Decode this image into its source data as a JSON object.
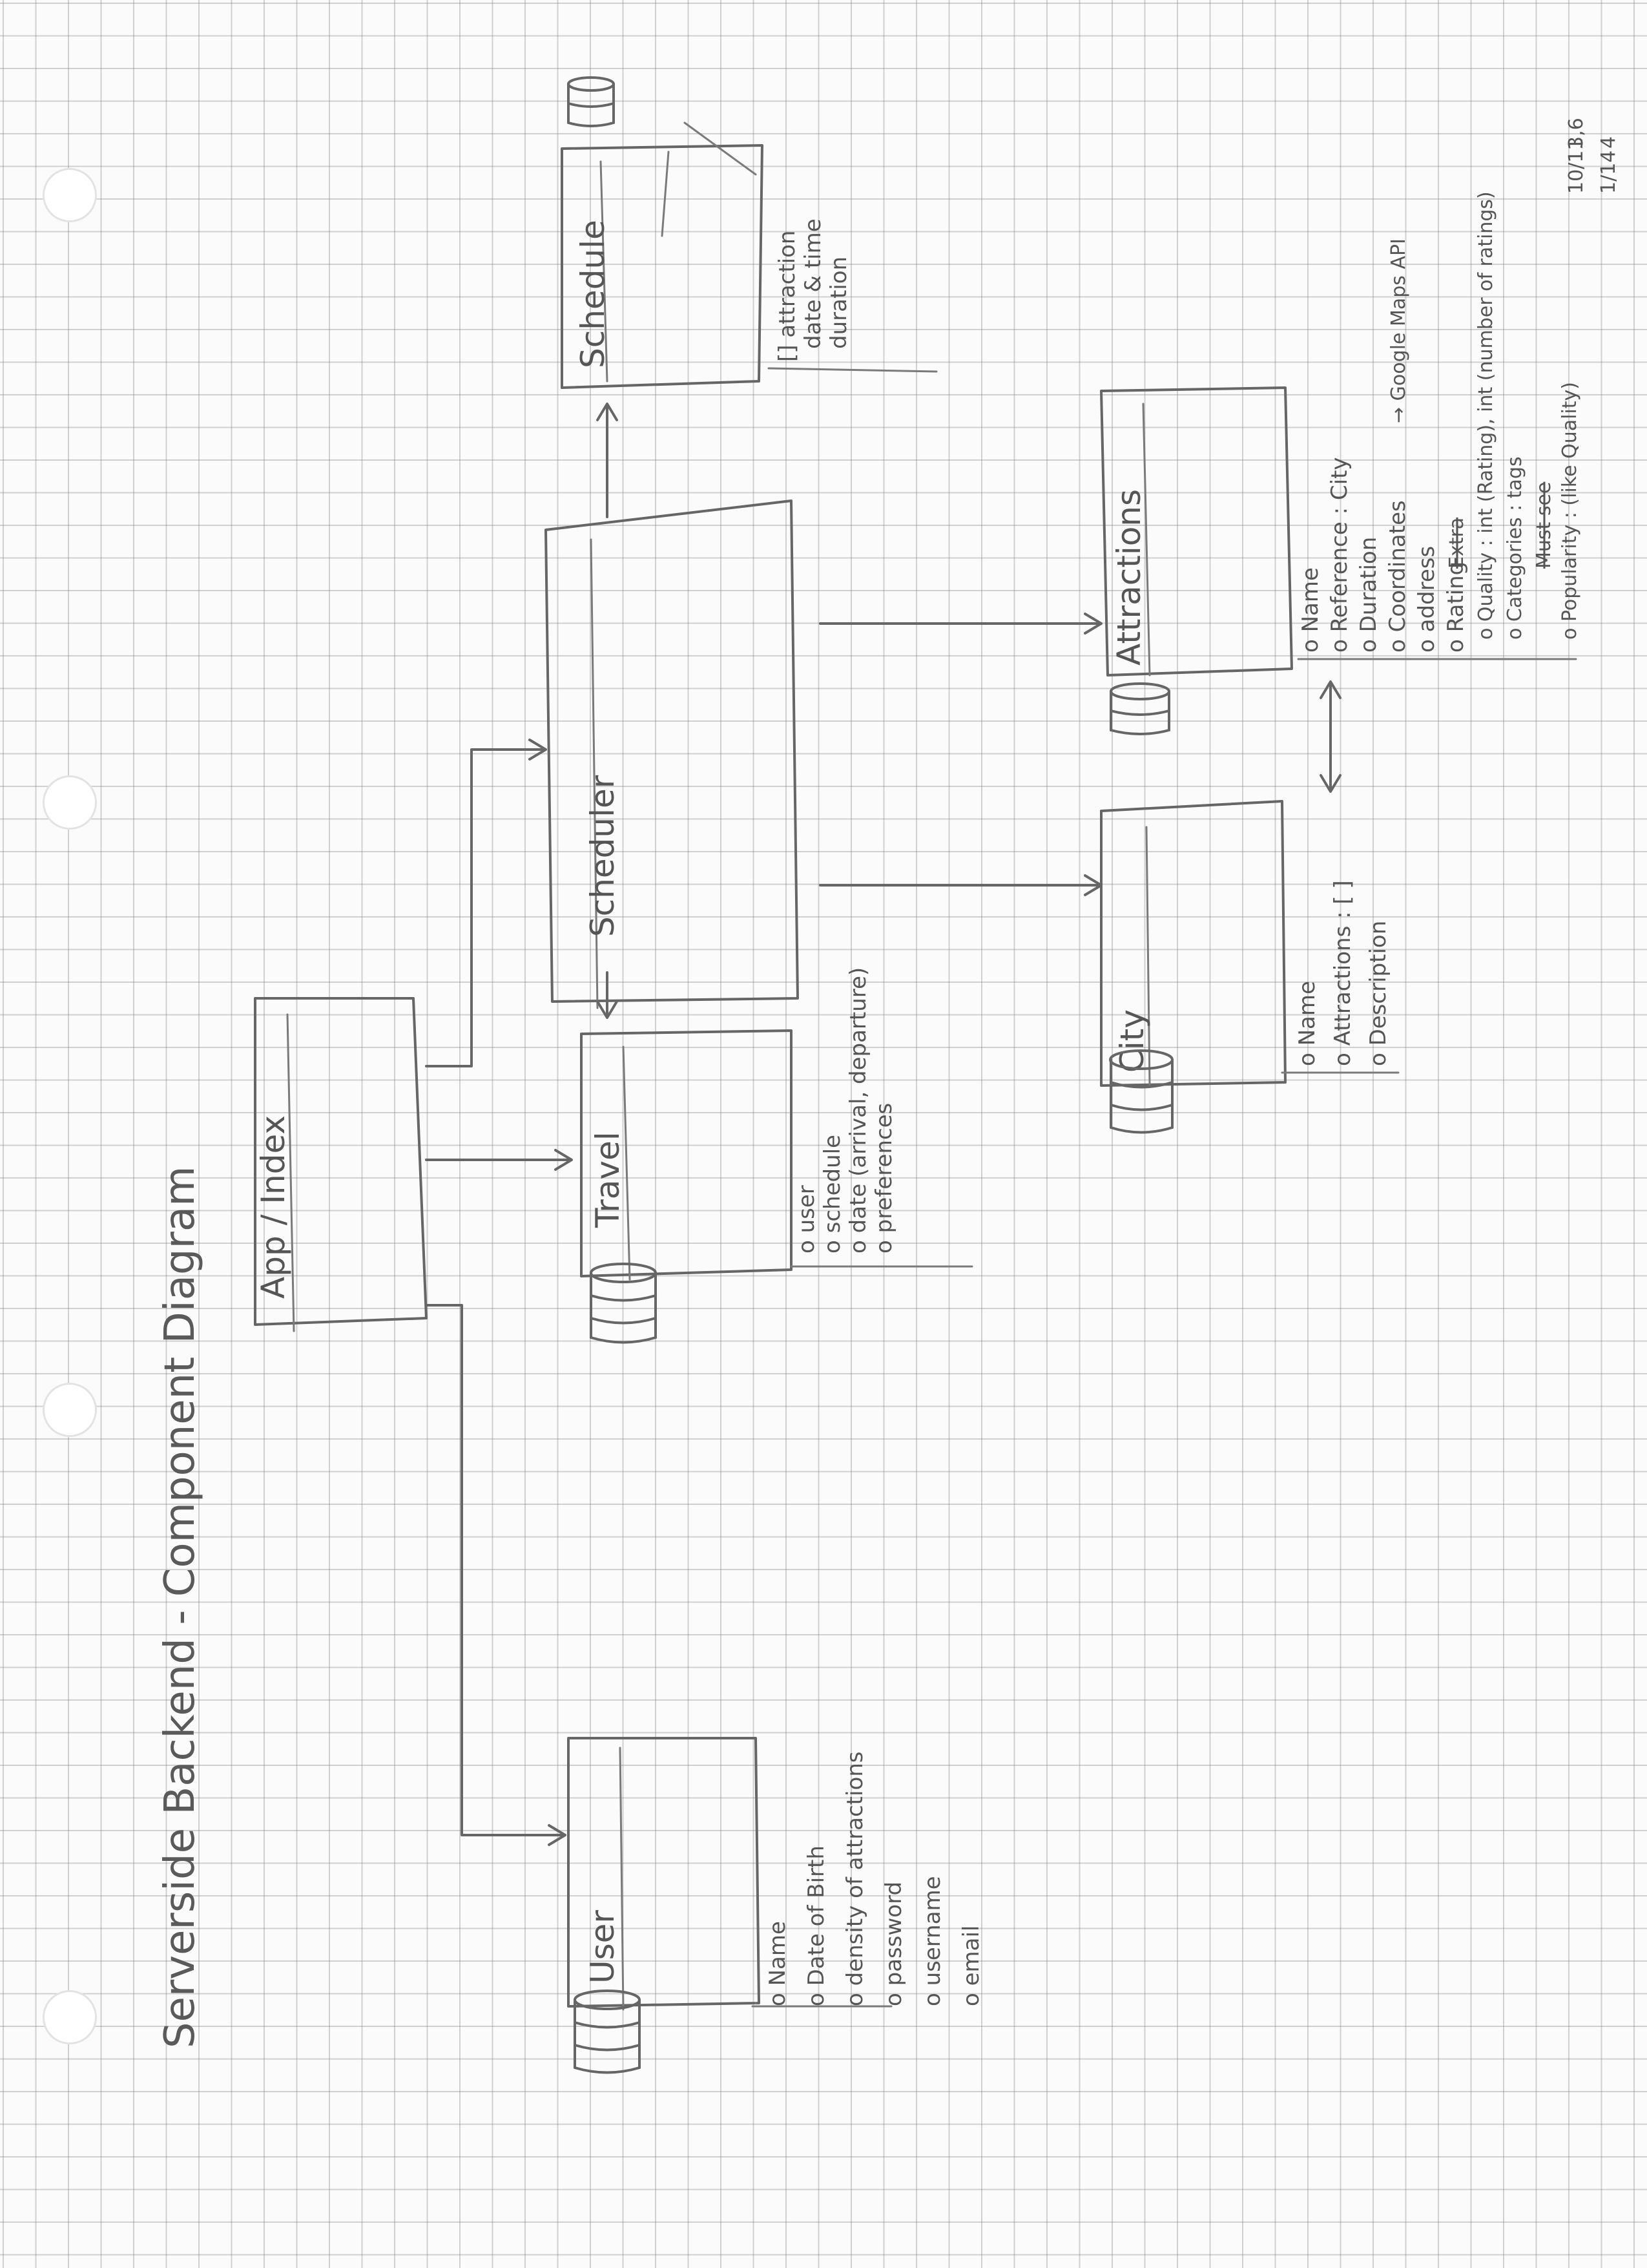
{
  "title": "Serverside Backend - Component Diagram",
  "components": {
    "app": {
      "label": "App / Index"
    },
    "travel": {
      "label": "Travel",
      "attributes": [
        "o user",
        "o schedule",
        "o date (arrival, departure)",
        "o preferences"
      ]
    },
    "scheduler": {
      "label": "Scheduler"
    },
    "schedule": {
      "label": "Schedule",
      "attributes": [
        "[] attraction",
        "date & time",
        "duration"
      ]
    },
    "user": {
      "label": "User",
      "attributes": [
        "o Name",
        "o Date of Birth",
        "o density of attractions",
        "o password",
        "o username",
        "o email"
      ]
    },
    "city": {
      "label": "City",
      "attributes": [
        "o Name",
        "o Attractions : [ ]",
        "o Description"
      ]
    },
    "attractions": {
      "label": "Attractions",
      "attributes": [
        "o Name",
        "o Reference : City",
        "o Duration",
        "o Coordinates",
        "o address",
        "o Rating",
        "o Quality : int (Rating), int (number of ratings)",
        "o Categories : tags",
        "o Popularity : (like Quality)"
      ],
      "rating_struck": "Extra",
      "popularity_struck": "Must see",
      "coordinates_note": "→ Google Maps API"
    }
  },
  "margin_notes": {
    "fraction1": "10/11",
    "fraction1_result": "3,6",
    "fraction2": "1/14",
    "fraction2_result": "4"
  }
}
